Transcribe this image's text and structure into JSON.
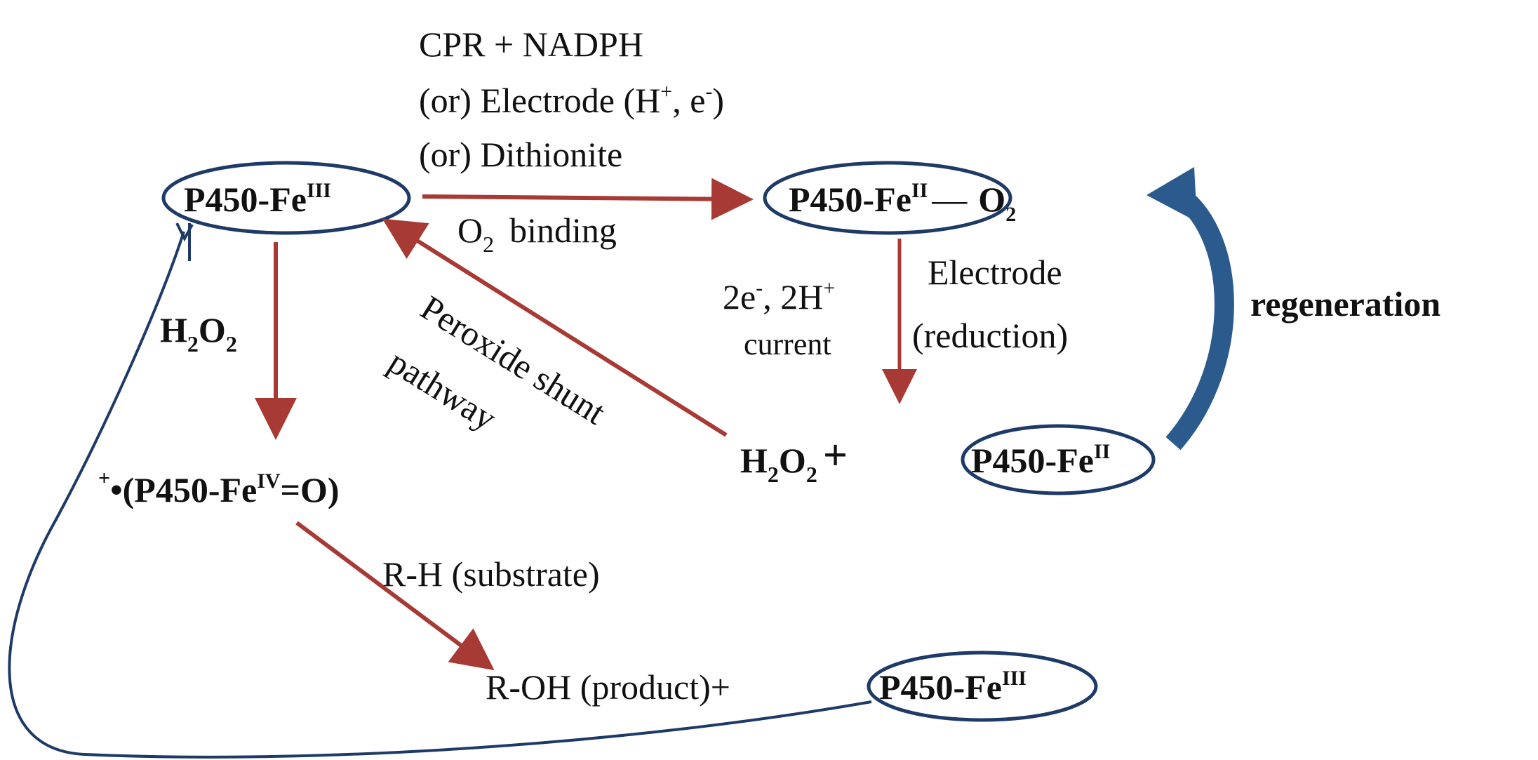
{
  "colors": {
    "arrow_red": "#a83a35",
    "arrow_blue": "#2b5a8c",
    "ellipse_stroke": "#1e3a66",
    "text": "#111111"
  },
  "nodes": {
    "fe3_top": {
      "main": "P450-Fe",
      "sup": "III"
    },
    "fe2_o2": {
      "main": "P450-Fe",
      "sup": "II",
      "bond": "—",
      "o2": "O",
      "o2_sub": "2"
    },
    "h2o2_left": {
      "h": "H",
      "h_sub": "2",
      "o": "O",
      "o_sub": "2"
    },
    "compound1": {
      "radical": "+",
      "dot": "•",
      "open": "(P450-Fe",
      "sup": "IV",
      "close": "=O)"
    },
    "h2o2_right": {
      "h": "H",
      "h_sub": "2",
      "o": "O",
      "o_sub": "2",
      "plus": "+"
    },
    "fe2_bottom": {
      "main": "P450-Fe",
      "sup": "II"
    },
    "product": {
      "text": "R-OH (product)+"
    },
    "fe3_bottom": {
      "main": "P450-Fe",
      "sup": "III"
    }
  },
  "labels": {
    "reductant_line1": "CPR + NADPH",
    "reductant_line2_pre": "(or) Electrode (H",
    "reductant_line2_sup1": "+",
    "reductant_line2_mid": ", e",
    "reductant_line2_sup2": "-",
    "reductant_line2_post": ")",
    "reductant_line3": "(or) Dithionite",
    "o2_binding_o": "O",
    "o2_binding_sub": "2",
    "o2_binding_text": "binding",
    "electrons_pre": "2e",
    "electrons_sup1": "-",
    "electrons_mid": ", 2H",
    "electrons_sup2": "+",
    "current": "current",
    "electrode": "Electrode",
    "reduction": "(reduction)",
    "regeneration": "regeneration",
    "peroxide_shunt": "Peroxide shunt",
    "pathway": "pathway",
    "substrate": "R-H (substrate)"
  }
}
